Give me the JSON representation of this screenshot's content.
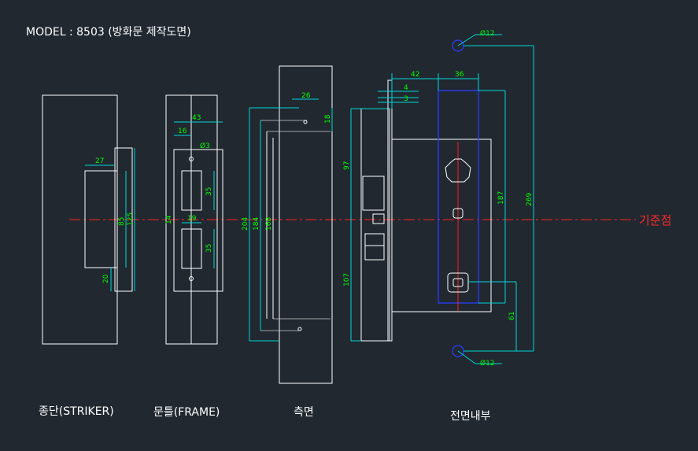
{
  "title": "MODEL : 8503 (방화문 제작도면)",
  "views": {
    "striker": "종단(STRIKER)",
    "frame": "문틀(FRAME)",
    "side": "측면",
    "front": "전면내부"
  },
  "reference_label": "기준점",
  "dims": {
    "s27": "27",
    "s85": "85",
    "s125": "125",
    "s20": "20",
    "f43": "43",
    "f16": "16",
    "f3": "Ø3",
    "f35a": "35",
    "f14": "14",
    "f19": "19",
    "f35b": "35",
    "d26": "26",
    "d18": "18",
    "d204": "204",
    "d184": "184",
    "d168": "168",
    "m42": "42",
    "m36": "36",
    "m4": "4",
    "m3": "3",
    "m97": "97",
    "m107": "107",
    "m187": "187",
    "m269": "269",
    "m61": "61",
    "p12a": "Ø12",
    "p12b": "Ø12"
  }
}
